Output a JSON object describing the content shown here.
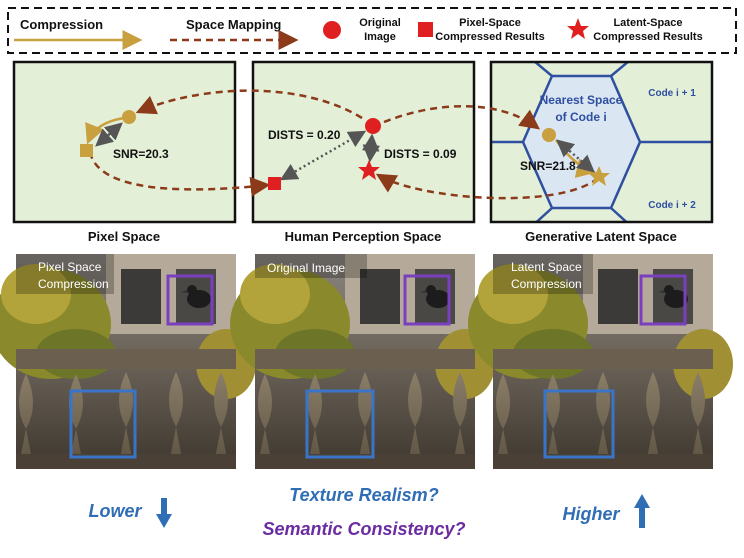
{
  "legend": {
    "compression": "Compression",
    "space_mapping": "Space Mapping",
    "original_line1": "Original",
    "original_line2": "Image",
    "pixel_line1": "Pixel-Space",
    "pixel_line2": "Compressed Results",
    "latent_line1": "Latent-Space",
    "latent_line2": "Compressed Results"
  },
  "panels": {
    "pixel": {
      "title": "Pixel Space",
      "snr": "SNR=20.3"
    },
    "human": {
      "title": "Human Perception Space",
      "dists_pixel": "DISTS = 0.20",
      "dists_latent": "DISTS = 0.09"
    },
    "latent": {
      "title": "Generative Latent Space",
      "nearest_line1": "Nearest Space",
      "nearest_line2": "of Code i",
      "code_next": "Code i + 1",
      "code_next2": "Code i + 2",
      "snr": "SNR=21.8"
    }
  },
  "photos": {
    "left_label_line1": "Pixel Space",
    "left_label_line2": "Compression",
    "mid_label": "Original Image",
    "right_label_line1": "Latent Space",
    "right_label_line2": "Compression"
  },
  "bottom": {
    "lower": "Lower",
    "higher": "Higher",
    "texture": "Texture Realism?",
    "semantic": "Semantic Consistency?"
  },
  "colors": {
    "compression_arrow": "#c8a040",
    "mapping_arrow": "#8b3a1a",
    "original": "#e02020",
    "panel_bg": "#e4efd8",
    "hexagon": "#2f4f9f",
    "hex_fill": "#dbe6f3",
    "blue_text": "#2f6db5",
    "purple_text": "#6a2ca0",
    "gold": "#c8a040"
  }
}
